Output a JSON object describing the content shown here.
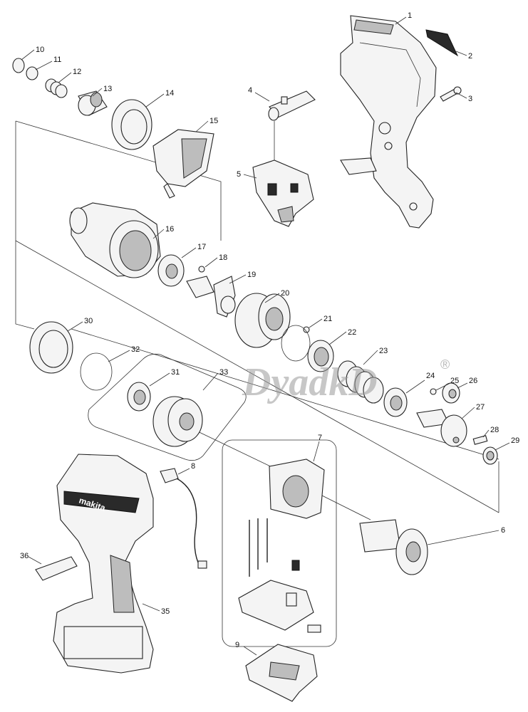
{
  "watermark": {
    "text": "DyadkD",
    "registered_mark": "®"
  },
  "brand_on_housing": "makita",
  "labels": {
    "p1": "1",
    "p2": "2",
    "p3": "3",
    "p4": "4",
    "p5": "5",
    "p6": "6",
    "p7": "7",
    "p8": "8",
    "p9": "9",
    "p10": "10",
    "p11": "11",
    "p12": "12",
    "p13": "13",
    "p14": "14",
    "p15": "15",
    "p16": "16",
    "p17": "17",
    "p18": "18",
    "p19": "19",
    "p20": "20",
    "p21": "21",
    "p22": "22",
    "p23": "23",
    "p24": "24",
    "p25": "25",
    "p26": "26",
    "p27": "27",
    "p28": "28",
    "p29": "29",
    "p30": "30",
    "p31": "31",
    "p32": "32",
    "p33": "33",
    "p35": "35",
    "p36": "36"
  }
}
